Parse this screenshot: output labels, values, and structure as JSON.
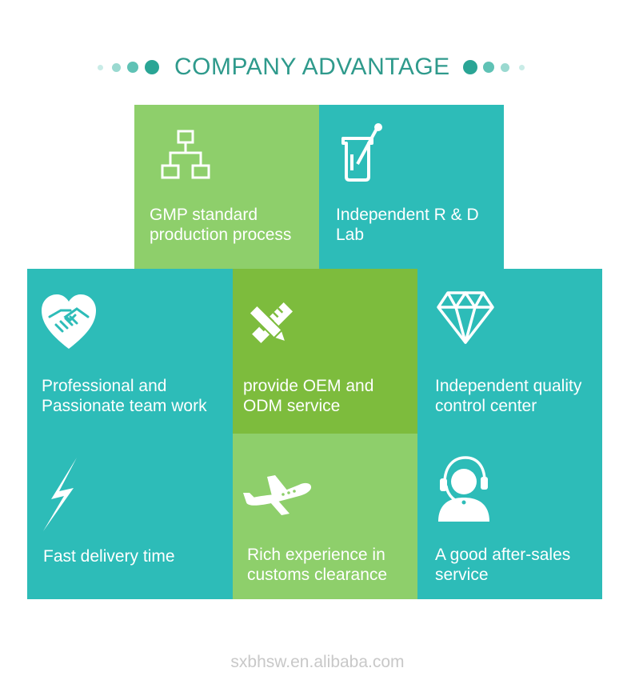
{
  "header": {
    "title": "COMPANY ADVANTAGE",
    "dot_color": "#2aa595"
  },
  "colors": {
    "teal": "#2dbcb8",
    "green_light": "#8ecf6b",
    "green_dark": "#7dbc3d",
    "white": "#ffffff"
  },
  "tiles": [
    {
      "icon": "flowchart-icon",
      "line1": "GMP standard",
      "line2": "production process"
    },
    {
      "icon": "beaker-icon",
      "line1": "Independent R & D",
      "line2": "Lab"
    },
    {
      "icon": "handshake-heart-icon",
      "line1": "Professional and",
      "line2": "Passionate team work"
    },
    {
      "icon": "pencil-ruler-icon",
      "line1": "provide OEM and",
      "line2": "ODM service"
    },
    {
      "icon": "diamond-icon",
      "line1": "Independent quality",
      "line2": "control center"
    },
    {
      "icon": "lightning-icon",
      "line1": "Fast delivery time",
      "line2": ""
    },
    {
      "icon": "airplane-icon",
      "line1": "Rich experience in",
      "line2": "customs clearance"
    },
    {
      "icon": "headset-support-icon",
      "line1": "A good after-sales",
      "line2": "service"
    }
  ],
  "footer": {
    "watermark": "sxbhsw.en.alibaba.com"
  }
}
